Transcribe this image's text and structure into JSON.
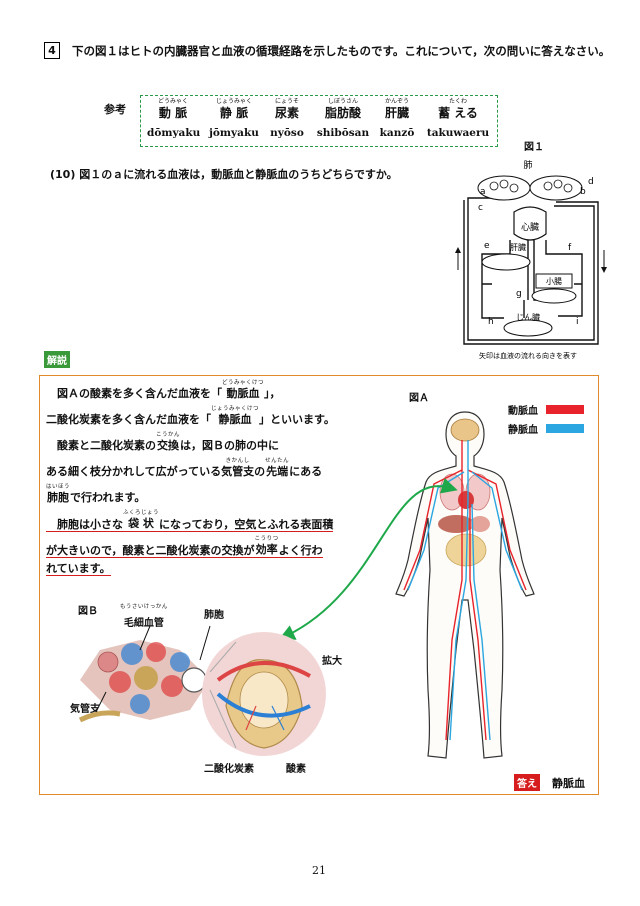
{
  "question": {
    "number": "4",
    "text": "下の図１はヒトの内臓器官と血液の循環経路を示したものです。これについて，次の問いに答えなさい。"
  },
  "reference": {
    "label": "参考",
    "words": [
      {
        "ruby": "どうみゃく",
        "kanji": "動 脈",
        "romaji": "dōmyaku"
      },
      {
        "ruby": "じょうみゃく",
        "kanji": "静 脈",
        "romaji": "jōmyaku"
      },
      {
        "ruby": "にょうそ",
        "kanji": "尿素",
        "romaji": "nyōso"
      },
      {
        "ruby": "しぼうさん",
        "kanji": "脂肪酸",
        "romaji": "shibōsan"
      },
      {
        "ruby": "かんぞう",
        "kanji": "肝臓",
        "romaji": "kanzō"
      },
      {
        "ruby": "たくわ",
        "kanji": "蓄 える",
        "romaji": "takuwaeru"
      }
    ]
  },
  "figure1": {
    "title": "図１",
    "labels": {
      "lung": "肺",
      "heart": "心臓",
      "liver": "肝臓",
      "intestine": "小腸",
      "kidney": "じん臓",
      "a": "a",
      "b": "b",
      "c": "c",
      "d": "d",
      "e": "e",
      "f": "f",
      "g": "g",
      "h": "h",
      "i": "i"
    },
    "caption": "矢印は血液の流れる向きを表す"
  },
  "q10": {
    "text": "(10)  図１のａに流れる血液は，動脈血と静脈血のうちどちらですか。"
  },
  "explanation": {
    "tag": "解説",
    "lines": {
      "l1a": "　図Ａの酸素を多く含んだ血液を「",
      "l1ruby": "どうみゃくけつ",
      "l1word": "動脈血",
      "l1b": "」，",
      "l2a": "二酸化炭素を多く含んだ血液を「",
      "l2ruby": "じょうみゃくけつ",
      "l2word": "静脈血",
      "l2b": "」といいます。",
      "l3a": "　酸素と二酸化炭素の",
      "l3ruby": "こうかん",
      "l3word": "交換",
      "l3b": "は，図Ｂの肺の中に",
      "l4a": "ある細く枝分かれして広がっている",
      "l4ruby": "きかんし",
      "l4word": "気管支",
      "l4c": "の",
      "l4ruby2": "せんたん",
      "l4word2": "先端",
      "l4b": "にある",
      "l5ruby": "はいほう",
      "l5word": "肺胞",
      "l5b": "で行われます。",
      "l6a": "　肺胞は小さな",
      "l6ruby": "ふくろじょう",
      "l6word": "袋 状",
      "l6b": "になっており，空気とふれる表面積",
      "l7a": "が大きいので，酸素と二酸化炭素の交換が",
      "l7ruby": "こうりつ",
      "l7word": "効率",
      "l7b": "よく行わ",
      "l8": "れています。"
    }
  },
  "figureA": {
    "title": "図Ａ",
    "legend": [
      {
        "label": "動脈血",
        "color": "#e8232b"
      },
      {
        "label": "静脈血",
        "color": "#2ba6e0"
      }
    ]
  },
  "figureB": {
    "title": "図Ｂ",
    "capillary_ruby": "もうさいけっかん",
    "capillary": "毛細血管",
    "alveolus": "肺胞",
    "bronchus": "気管支",
    "magnify": "拡大",
    "co2": "二酸化炭素",
    "o2": "酸素"
  },
  "answer": {
    "tag": "答え",
    "text": "静脈血"
  },
  "page": "21"
}
